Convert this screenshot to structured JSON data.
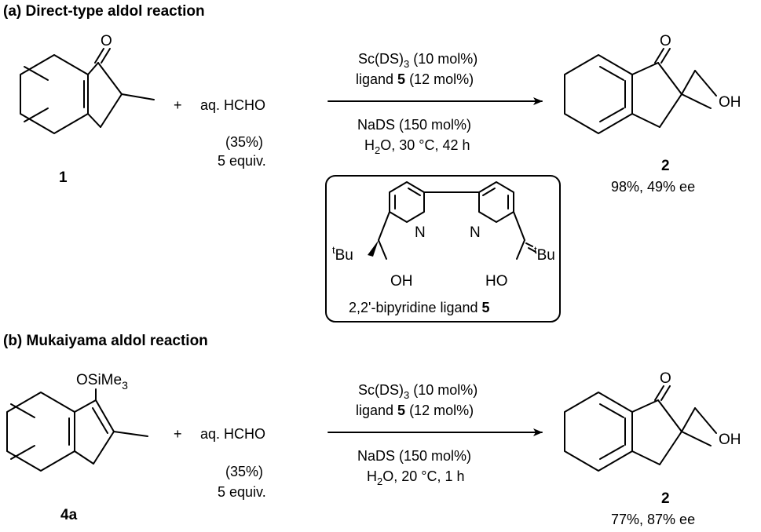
{
  "panel_a": {
    "heading": "(a) Direct-type aldol reaction",
    "reactant": {
      "label": "1",
      "atom_O": "O"
    },
    "plus": "+",
    "reagent": {
      "name": "aq. HCHO",
      "conc": "(35%)",
      "equiv": "5 equiv."
    },
    "conditions": {
      "catalyst": {
        "pre": "Sc(DS)",
        "sub": "3",
        "post": " (10 mol%)"
      },
      "ligand": {
        "pre": "ligand ",
        "bold": "5",
        "post": " (12 mol%)"
      },
      "surfactant": "NaDS (150 mol%)",
      "medium": {
        "pre": "H",
        "sub": "2",
        "post": "O, 30 °C, 42 h"
      }
    },
    "product": {
      "label": "2",
      "result": "98%, 49% ee",
      "atom_O": "O",
      "atom_OH": "OH"
    }
  },
  "ligand_box": {
    "N_left": "N",
    "N_right": "N",
    "tBu_sup": "t",
    "tBu": "Bu",
    "OH": "OH",
    "HO": "HO",
    "caption_pre": "2,2'-bipyridine ligand ",
    "caption_bold": "5"
  },
  "panel_b": {
    "heading": "(b) Mukaiyama aldol reaction",
    "reactant": {
      "label": "4a",
      "group_pre": "OSiMe",
      "group_sub": "3"
    },
    "plus": "+",
    "reagent": {
      "name": "aq. HCHO",
      "conc": "(35%)",
      "equiv": "5 equiv."
    },
    "conditions": {
      "catalyst": {
        "pre": "Sc(DS)",
        "sub": "3",
        "post": " (10 mol%)"
      },
      "ligand": {
        "pre": "ligand ",
        "bold": "5",
        "post": " (12 mol%)"
      },
      "surfactant": "NaDS (150 mol%)",
      "medium": {
        "pre": "H",
        "sub": "2",
        "post": "O, 20 °C, 1 h"
      }
    },
    "product": {
      "label": "2",
      "result": "77%, 87% ee",
      "atom_O": "O",
      "atom_OH": "OH"
    }
  }
}
